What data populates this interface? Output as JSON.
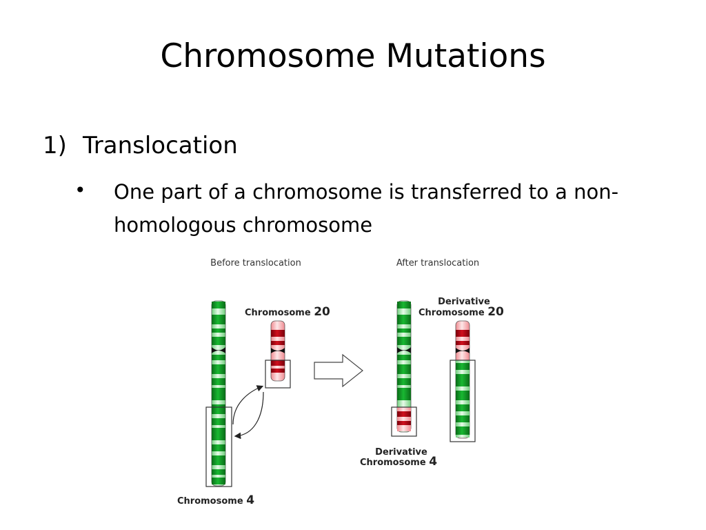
{
  "slide": {
    "title": "Chromosome Mutations",
    "point": {
      "number": "1)",
      "label": "Translocation"
    },
    "bullet": {
      "marker": "•",
      "text": "One part of a chromosome is transferred to a non-homologous chromosome"
    }
  },
  "figure": {
    "before_caption": "Before translocation",
    "after_caption": "After translocation",
    "chromosome_20": {
      "label": "Chromosome",
      "number": "20"
    },
    "chromosome_4": {
      "label": "Chromosome",
      "number": "4"
    },
    "derivative_20": {
      "line1": "Derivative",
      "label": "Chromosome",
      "number": "20"
    },
    "derivative_4": {
      "line1": "Derivative",
      "label": "Chromosome",
      "number": "4"
    }
  },
  "colors": {
    "green_dark": "#0a8f1e",
    "green_light": "#9fe3a8",
    "red_dark": "#a80010",
    "red_light": "#f7a3a8"
  }
}
